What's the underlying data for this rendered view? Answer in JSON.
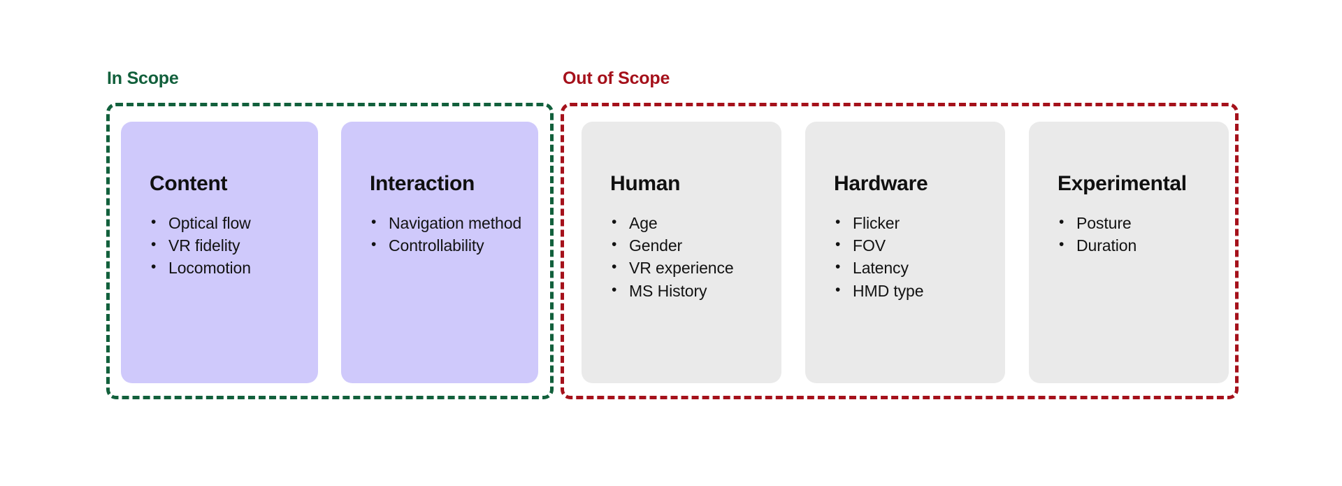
{
  "colors": {
    "in_scope_accent": "#12603c",
    "out_scope_accent": "#a5111b",
    "in_scope_card_bg": "#cfc9fb",
    "out_scope_card_bg": "#eaeaea",
    "background": "#ffffff",
    "text": "#101010"
  },
  "groups": [
    {
      "label": "In Scope",
      "cards": [
        {
          "title": "Content",
          "items": [
            "Optical flow",
            "VR fidelity",
            "Locomotion"
          ]
        },
        {
          "title": "Interaction",
          "items": [
            "Navigation method",
            "Controllability"
          ]
        }
      ]
    },
    {
      "label": "Out of Scope",
      "cards": [
        {
          "title": "Human",
          "items": [
            "Age",
            "Gender",
            "VR experience",
            "MS History"
          ]
        },
        {
          "title": "Hardware",
          "items": [
            "Flicker",
            "FOV",
            "Latency",
            "HMD type"
          ]
        },
        {
          "title": "Experimental",
          "items": [
            "Posture",
            "Duration"
          ]
        }
      ]
    }
  ]
}
